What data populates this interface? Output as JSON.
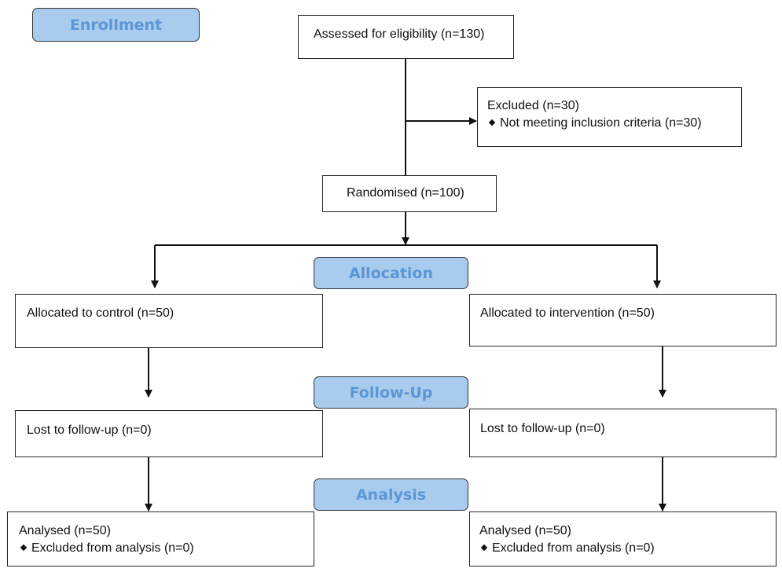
{
  "stages": {
    "enrollment": "Enrollment",
    "allocation": "Allocation",
    "follow_up": "Follow-Up",
    "analysis": "Analysis"
  },
  "boxes": {
    "assessed": "Assessed for eligibility (n=130)",
    "excluded": {
      "title": "Excluded (n=30)",
      "bullet": "Not meeting inclusion criteria (n=30)"
    },
    "randomised": "Randomised (n=100)",
    "allocated_control": "Allocated to control (n=50)",
    "allocated_intervention": "Allocated to intervention (n=50)",
    "lost_control": "Lost to follow-up (n=0)",
    "lost_intervention": "Lost to follow-up (n=0)",
    "analysed_control": {
      "title": "Analysed (n=50)",
      "bullet": "Excluded from analysis (n=0)"
    },
    "analysed_intervention": {
      "title": "Analysed (n=50)",
      "bullet": "Excluded from analysis (n=0)"
    }
  },
  "colors": {
    "stage_fill": "#a9cbed",
    "stage_text": "#5b97d6",
    "border": "#222222"
  }
}
